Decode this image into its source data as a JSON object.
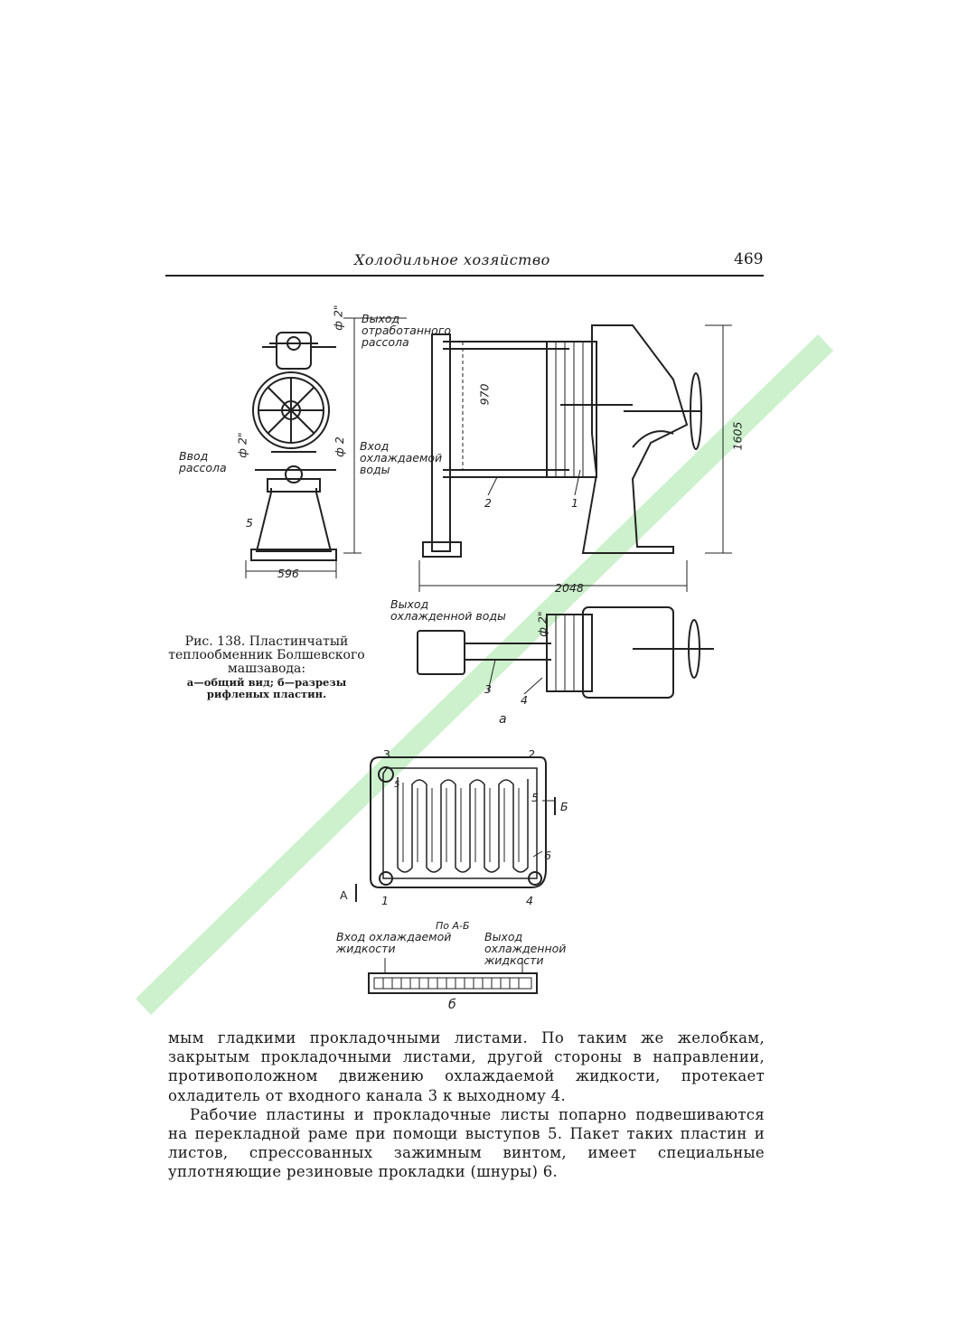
{
  "header": {
    "title": "Холодильное хозяйство",
    "page_number": "469"
  },
  "figure": {
    "caption_main": "Рис. 138. Пластинчатый теплообменник Болшевского машзавода:",
    "caption_sub": "а—общий вид; б—разрезы рифленых пластин.",
    "labels": {
      "outlet_spent_brine": "Выход отработанного рассола",
      "inlet_brine": "Ввод рассола",
      "inlet_cooled_water": "Вход охлаждаемой воды",
      "outlet_cooled_water": "Выход охлажденной воды",
      "section_ab": "По А-Б",
      "inlet_cooled_liquid": "Вход охлаждаемой жидкости",
      "outlet_cooled_liquid": "Выход охлажденной жидкости",
      "dim_596": "596",
      "dim_970": "970",
      "dim_1605": "1605",
      "dim_2048": "2048",
      "dia_2_1": "ф 2\"",
      "dia_2_2": "ф 2\"",
      "dia_2_3": "ф 2",
      "dia_2_4": "ф 2\"",
      "sub_a": "а",
      "sub_b": "б",
      "n1": "1",
      "n2": "2",
      "n3": "3",
      "n4": "4",
      "n5": "5",
      "pn1": "1",
      "pn2": "2",
      "pn3": "3",
      "pn4": "4",
      "pn5": "5",
      "pn6": "6",
      "cut_a": "А",
      "cut_b": "Б",
      "pos5_side": "5"
    }
  },
  "body": {
    "paragraph1": "мым гладкими прокладочными листами. По таким же желобкам, закрытым прокладочными листами, другой стороны в направлении, противоположном движению охлаждаемой жидкости, протекает охладитель от входного канала 3 к выходному 4.",
    "paragraph2": "Рабочие пластины и прокладочные листы попарно подвешиваются на перекладной раме при помощи выступов 5. Пакет таких пластин и листов, спрессованных зажимным винтом, имеет специальные уплотняющие резиновые прокладки (шнуры) 6."
  },
  "watermark_color": "#c6efc6"
}
